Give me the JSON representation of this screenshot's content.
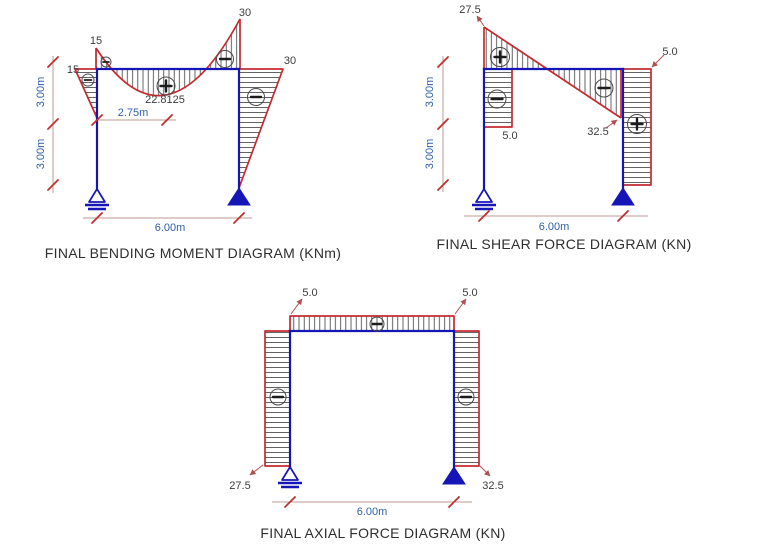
{
  "bmd": {
    "title": "FINAL BENDING MOMENT DIAGRAM (KNm)",
    "values": {
      "left_column_top": "15",
      "beam_left_end": "15",
      "beam_right_end": "30",
      "right_column_top": "30",
      "max_sagging": "22.8125"
    },
    "dims": {
      "sagging_offset": "2.75m",
      "column_upper": "3.00m",
      "column_lower": "3.00m",
      "span": "6.00m"
    }
  },
  "sfd": {
    "title": "FINAL SHEAR FORCE DIAGRAM (KN)",
    "values": {
      "beam_left": "27.5",
      "left_column": "5.0",
      "right_column": "5.0",
      "beam_right": "32.5"
    },
    "dims": {
      "column_upper": "3.00m",
      "column_lower": "3.00m",
      "span": "6.00m"
    }
  },
  "afd": {
    "title": "FINAL AXIAL FORCE DIAGRAM (KN)",
    "values": {
      "beam_left": "5.0",
      "beam_right": "5.0",
      "left_column": "27.5",
      "right_column": "32.5"
    },
    "dims": {
      "span": "6.00m"
    }
  },
  "colors": {
    "structure_blue": "#1616b6",
    "diagram_red": "#c42b30",
    "dimension_label_blue": "#2f5fa8",
    "value_label": "#3d3d3d",
    "tick_red": "#c03030"
  }
}
